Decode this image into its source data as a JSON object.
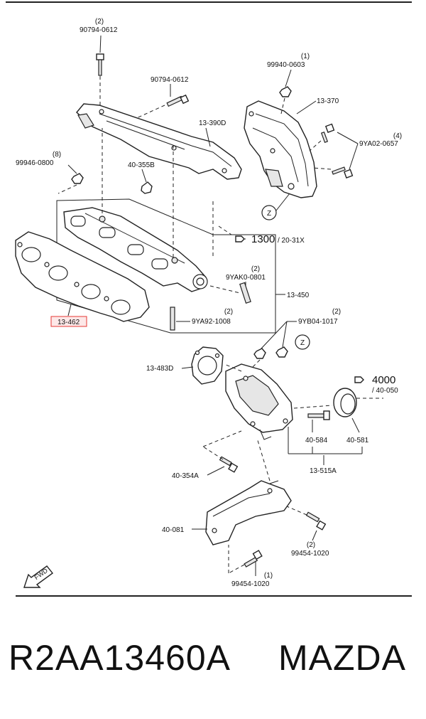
{
  "diagram": {
    "labels": {
      "bolt_top": "90794-0612",
      "bolt_top_qty": "(2)",
      "bolt_mid": "90794-0612",
      "nut_tr": "99940-0603",
      "nut_tr_qty": "(1)",
      "shield_r": "13-370",
      "bolt_r": "9YA02-0657",
      "bolt_r_qty": "(4)",
      "shield_c": "13-390D",
      "nut_l": "99946-0800",
      "nut_l_qty": "(8)",
      "insulator": "40-355B",
      "ref1300": "1300",
      "ref1300_sub": "/ 20-31X",
      "stud1": "9YAK0-0801",
      "stud1_qty": "(2)",
      "manifold": "13-450",
      "gasket": "13-462",
      "stud2": "9YA92-1008",
      "stud2_qty": "(2)",
      "nut_c": "9YB04-1017",
      "nut_c_qty": "(2)",
      "gasket2": "13-483D",
      "ref4000": "4000",
      "ref4000_sub": "/ 40-050",
      "part40584": "40-584",
      "part40581": "40-581",
      "part13515": "13-515A",
      "bolt_354": "40-354A",
      "bracket": "40-081",
      "bolt_b1": "99454-1020",
      "bolt_b1_qty": "(2)",
      "bolt_b2": "99454-1020",
      "bolt_b2_qty": "(1)",
      "z_marker": "Z",
      "fwd": "FWD"
    }
  },
  "caption": {
    "part_number": "R2AA13460A",
    "brand": "MAZDA"
  },
  "colors": {
    "highlight": "#e53935",
    "highlight_fill": "#fde8e8",
    "ink": "#111111"
  }
}
